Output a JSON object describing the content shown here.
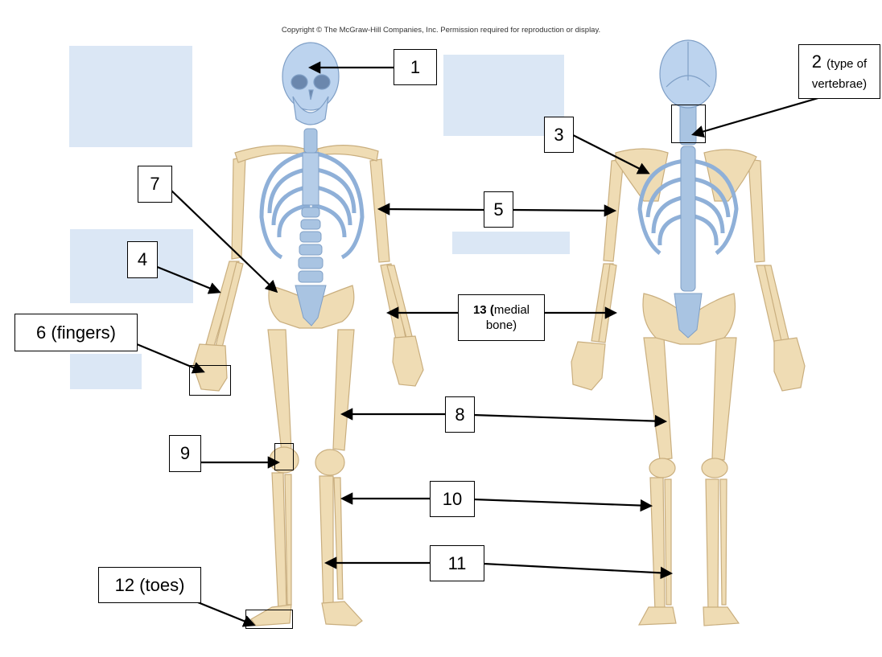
{
  "header": {
    "copyright": "Copyright © The McGraw-Hill Companies, Inc. Permission required for reproduction or display."
  },
  "labels": {
    "l1": "1",
    "l2_num": "2",
    "l2_text1": "(type of",
    "l2_text2": "vertebrae)",
    "l3": "3",
    "l4": "4",
    "l5": "5",
    "l6": "6 (fingers)",
    "l7": "7",
    "l8": "8",
    "l9": "9",
    "l10": "10",
    "l11": "11",
    "l12": "12 (toes)",
    "l13_num": "13 (",
    "l13_text1": "medial",
    "l13_text2": "bone)"
  },
  "colors": {
    "bone": "#efdcb4",
    "bone_dark": "#d9c093",
    "axial": "#a9c4e2",
    "axial_dark": "#7f9fc6",
    "answer_box": "#dbe7f5"
  }
}
